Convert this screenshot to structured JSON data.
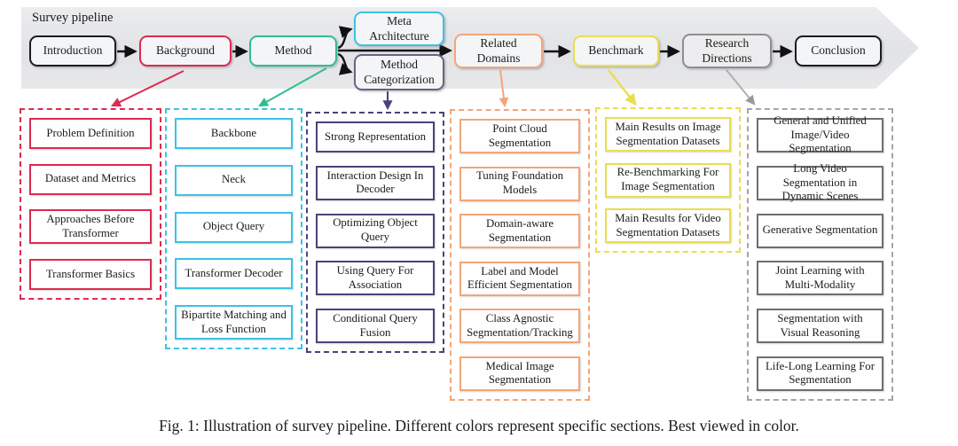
{
  "figure": {
    "pipeline_label": "Survey pipeline",
    "caption": "Fig. 1: Illustration of survey pipeline. Different colors represent specific sections. Best viewed in color."
  },
  "pipeline": {
    "nodes": [
      {
        "label": "Introduction"
      },
      {
        "label": "Background"
      },
      {
        "label": "Method"
      },
      {
        "label": "Meta Architecture"
      },
      {
        "label": "Method Categorization"
      },
      {
        "label": "Related Domains"
      },
      {
        "label": "Benchmark"
      },
      {
        "label": "Research Directions"
      },
      {
        "label": "Conclusion"
      }
    ]
  },
  "columns": [
    {
      "name": "background",
      "items": [
        "Problem Definition",
        "Dataset and Metrics",
        "Approaches Before Transformer",
        "Transformer Basics"
      ]
    },
    {
      "name": "meta-architecture",
      "items": [
        "Backbone",
        "Neck",
        "Object Query",
        "Transformer Decoder",
        "Bipartite Matching and Loss Function"
      ]
    },
    {
      "name": "method-categorization",
      "items": [
        "Strong Representation",
        "Interaction Design In Decoder",
        "Optimizing Object Query",
        "Using Query For Association",
        "Conditional Query Fusion"
      ]
    },
    {
      "name": "related-domains",
      "items": [
        "Point Cloud Segmentation",
        "Tuning Foundation Models",
        "Domain-aware Segmentation",
        "Label and Model Efficient Segmentation",
        "Class Agnostic Segmentation/Tracking",
        "Medical Image Segmentation"
      ]
    },
    {
      "name": "benchmark",
      "items": [
        "Main Results on Image Segmentation Datasets",
        "Re-Benchmarking For Image Segmentation",
        "Main Results for Video Segmentation Datasets"
      ]
    },
    {
      "name": "research-directions",
      "items": [
        "General and Unified Image/Video Segmentation",
        "Long Video Segmentation in Dynamic Scenes",
        "Generative Segmentation",
        "Joint Learning with Multi-Modality",
        "Segmentation with Visual Reasoning",
        "Life-Long Learning For Segmentation"
      ]
    }
  ],
  "colors": {
    "node_black": "#1c1c1c",
    "background_red": "#dc2b50",
    "method_green": "#2fbe8f",
    "meta_architecture_cyan": "#3cc2e6",
    "method_categorization_purple": "#6b6380",
    "purple_column": "#4a4378",
    "related_domains_orange": "#f2a678",
    "benchmark_yellow": "#e9de4e",
    "research_directions_gray": "#9a9a9a",
    "banner_gray": "#e4e5e8"
  }
}
